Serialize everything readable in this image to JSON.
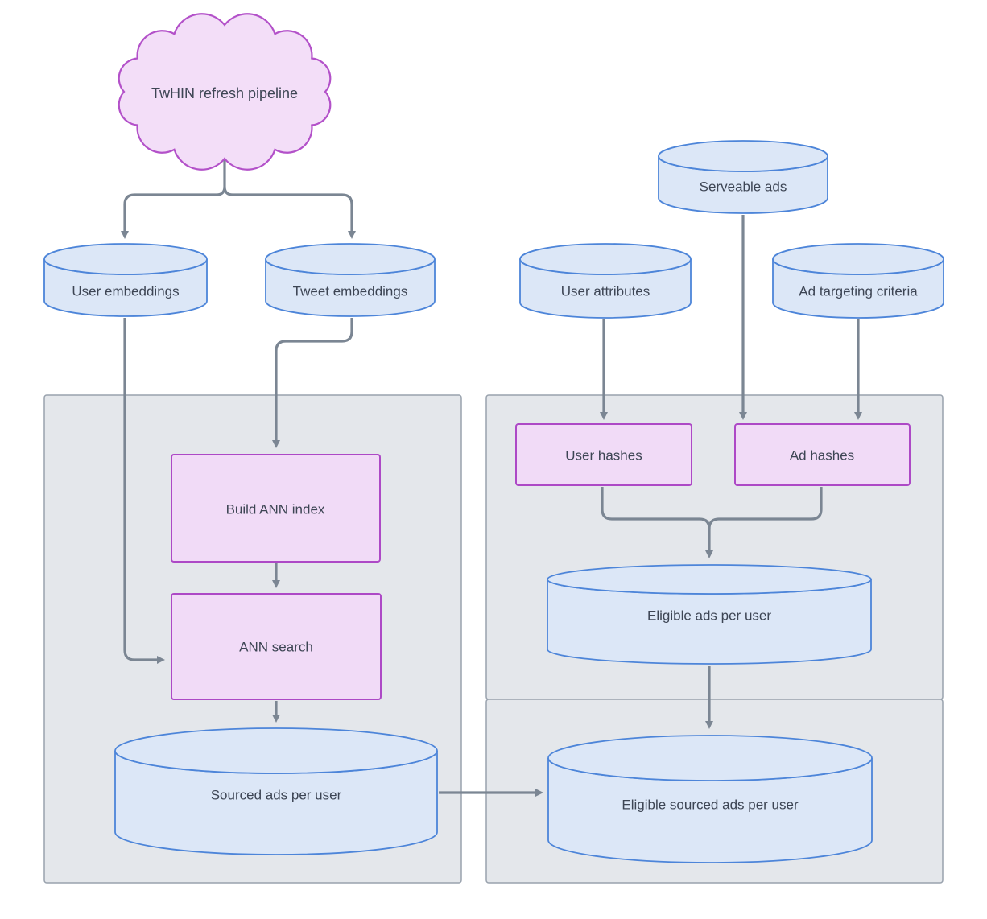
{
  "colors": {
    "text": "#3d4554",
    "edge": "#7b8693",
    "container_fill": "#e4e7eb",
    "container_stroke": "#99a2ad",
    "datastore_fill": "#dce7f7",
    "datastore_stroke": "#4d85d9",
    "process_fill": "#f1dbf7",
    "process_stroke": "#ad49c6",
    "cloud_fill": "#f3def8",
    "cloud_stroke": "#b351c9"
  },
  "nodes": {
    "twhin_refresh_pipeline": {
      "label": "TwHIN refresh pipeline",
      "type": "cloud"
    },
    "user_embeddings": {
      "label": "User embeddings",
      "type": "datastore"
    },
    "tweet_embeddings": {
      "label": "Tweet embeddings",
      "type": "datastore"
    },
    "serveable_ads": {
      "label": "Serveable ads",
      "type": "datastore"
    },
    "user_attributes": {
      "label": "User attributes",
      "type": "datastore"
    },
    "ad_targeting_criteria": {
      "label": "Ad targeting criteria",
      "type": "datastore"
    },
    "build_ann_index": {
      "label": "Build ANN index",
      "type": "process"
    },
    "ann_search": {
      "label": "ANN search",
      "type": "process"
    },
    "user_hashes": {
      "label": "User hashes",
      "type": "process"
    },
    "ad_hashes": {
      "label": "Ad hashes",
      "type": "process"
    },
    "sourced_ads_per_user": {
      "label": "Sourced ads per user",
      "type": "datastore"
    },
    "eligible_ads_per_user": {
      "label": "Eligible ads per user",
      "type": "datastore"
    },
    "eligible_sourced_ads_per_user": {
      "label": "Eligible sourced ads per user",
      "type": "datastore"
    }
  },
  "edges": [
    {
      "from": "twhin_refresh_pipeline",
      "to": "user_embeddings"
    },
    {
      "from": "twhin_refresh_pipeline",
      "to": "tweet_embeddings"
    },
    {
      "from": "tweet_embeddings",
      "to": "build_ann_index"
    },
    {
      "from": "user_embeddings",
      "to": "ann_search"
    },
    {
      "from": "build_ann_index",
      "to": "ann_search"
    },
    {
      "from": "ann_search",
      "to": "sourced_ads_per_user"
    },
    {
      "from": "user_attributes",
      "to": "user_hashes"
    },
    {
      "from": "serveable_ads",
      "to": "ad_hashes"
    },
    {
      "from": "ad_targeting_criteria",
      "to": "ad_hashes"
    },
    {
      "from": "user_hashes",
      "to": "eligible_ads_per_user"
    },
    {
      "from": "ad_hashes",
      "to": "eligible_ads_per_user"
    },
    {
      "from": "eligible_ads_per_user",
      "to": "eligible_sourced_ads_per_user"
    },
    {
      "from": "sourced_ads_per_user",
      "to": "eligible_sourced_ads_per_user"
    }
  ]
}
